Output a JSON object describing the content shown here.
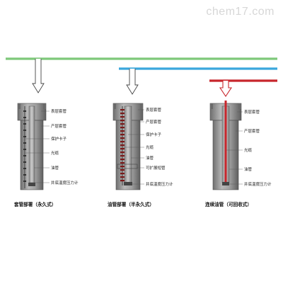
{
  "watermark": "chem17.com",
  "colors": {
    "green": "#7ec87a",
    "blue": "#3aa7dc",
    "red": "#c8262c",
    "casing": "#8c8c8c",
    "casing_dark": "#555555",
    "marker": "#7a1a1a"
  },
  "panels": [
    {
      "labels": [
        "表层套管",
        "产层套管",
        "保护卡子",
        "光缆",
        "油管",
        "井底温度压力计"
      ],
      "caption": "套管部署（永久式）"
    },
    {
      "labels": [
        "表层套管",
        "产层套管",
        "保护卡子",
        "光缆",
        "油管",
        "可扩展短管",
        "井底温度压力计"
      ],
      "caption": "油管部署（半永久式）"
    },
    {
      "labels": [
        "表层套管",
        "产层套管",
        "光缆",
        "油管",
        "井底温度压力计"
      ],
      "caption": "连续油管（可回收式）"
    }
  ]
}
